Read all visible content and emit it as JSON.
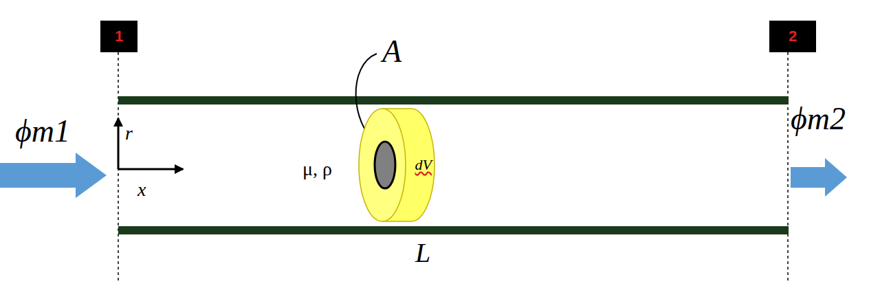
{
  "diagram": {
    "nodes": [
      {
        "text": [
          "1"
        ]
      },
      {
        "text": [
          "2"
        ]
      },
      {
        "text": [
          "dV"
        ]
      }
    ],
    "labels": [
      "ϕm1",
      "ϕm2",
      "A",
      "μ, ρ",
      "r",
      "x",
      "L"
    ]
  }
}
